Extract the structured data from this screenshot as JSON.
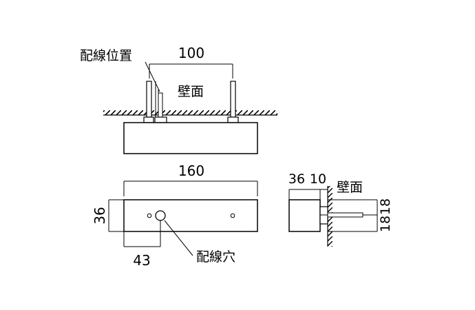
{
  "labels": {
    "wiring_position": "配線位置",
    "wall_surface_top": "壁面",
    "wall_surface_side": "壁面",
    "wiring_hole": "配線穴"
  },
  "dimensions": {
    "mount_spacing": "100",
    "body_width": "160",
    "body_height": "36",
    "hole_offset": "43",
    "side_depth": "36",
    "side_offset": "10",
    "side_upper": "18",
    "side_lower": "18"
  }
}
